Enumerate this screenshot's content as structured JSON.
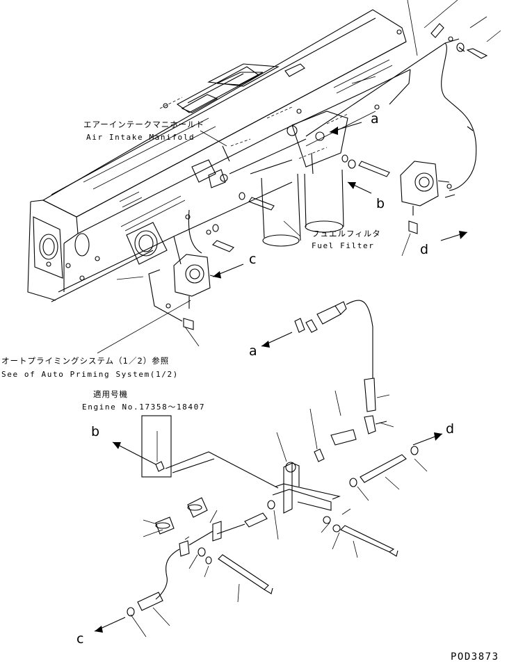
{
  "labels": {
    "intake_jp": "エアーインテークマニホールド",
    "intake_en": "Air Intake Manifold",
    "filter_jp": "フュエルフィルタ",
    "filter_en": "Fuel Filter",
    "priming_jp": "オートプライミングシステム（1／2）参照",
    "priming_en": "See of Auto Priming System(1/2)",
    "serial_jp": "適用号機",
    "serial_en": "Engine No.17358～18407"
  },
  "callouts": {
    "a_top": "a",
    "b_top": "b",
    "c_top": "c",
    "d_top": "d",
    "a_bottom": "a",
    "b_bottom": "b",
    "c_bottom": "c",
    "d_bottom": "d"
  },
  "drawing_code": "POD3873"
}
